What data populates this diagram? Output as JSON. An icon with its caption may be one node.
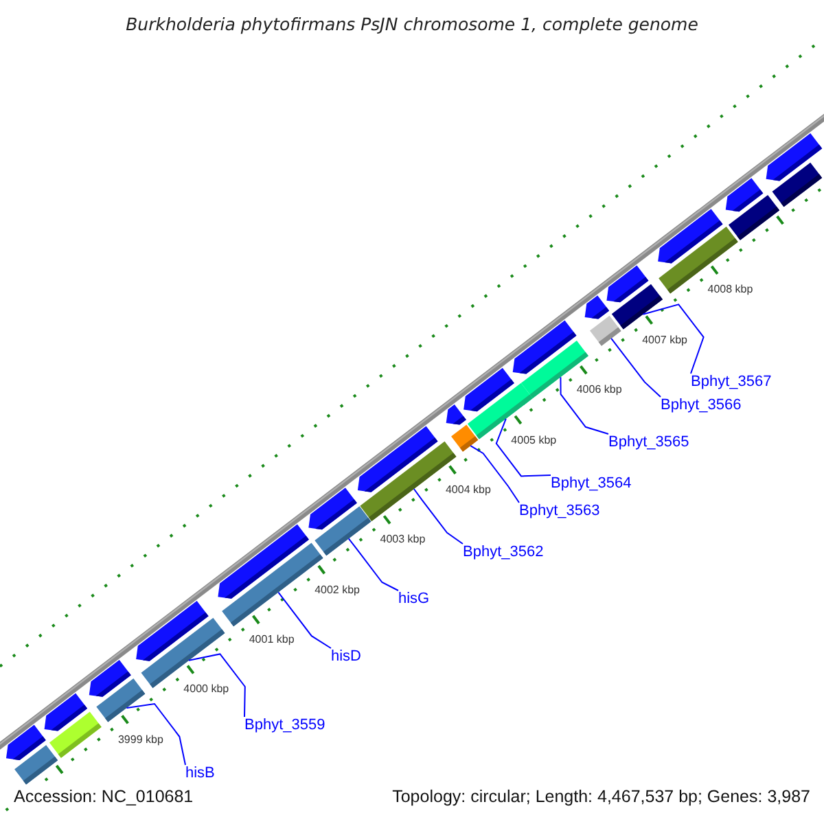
{
  "diagram": {
    "title": "Burkholderia phytofirmans PsJN chromosome 1, complete genome",
    "nodes": [
      {
        "text": [
          "hisB"
        ]
      },
      {
        "text": [],
        "shape": "bar"
      },
      {
        "text": [
          "Bphyt_3559"
        ]
      },
      {
        "text": [],
        "shape": "bar"
      },
      {
        "text": [
          "hisD"
        ]
      },
      {
        "text": [],
        "shape": "bar"
      },
      {
        "text": [
          "hisG"
        ]
      },
      {
        "text": [],
        "shape": "bar"
      },
      {
        "text": [
          "Bphyt_3562"
        ]
      },
      {
        "text": [],
        "shape": "bar"
      },
      {
        "text": [
          "Bphyt_3563"
        ]
      },
      {
        "text": [],
        "shape": "bar"
      },
      {
        "text": [
          "Bphyt_3564"
        ]
      },
      {
        "text": [],
        "shape": "bar"
      },
      {
        "text": [
          "Bphyt_3565"
        ]
      },
      {
        "text": [],
        "shape": "bar"
      },
      {
        "text": [
          "Bphyt_3566"
        ]
      },
      {
        "text": [],
        "shape": "bar"
      },
      {
        "text": [
          "Bphyt_3567"
        ]
      },
      {
        "text": [],
        "shape": "bar"
      },
      {
        "text": [],
        "shape": "bar"
      },
      {
        "text": [],
        "shape": "bar"
      },
      {
        "text": [],
        "shape": "bar"
      },
      {
        "text": [],
        "shape": "bar"
      },
      {
        "text": [],
        "shape": "bar"
      },
      {
        "text": [],
        "shape": "arrow"
      },
      {
        "text": [],
        "shape": "arrow"
      },
      {
        "text": [],
        "shape": "arrow"
      },
      {
        "text": [],
        "shape": "arrow"
      },
      {
        "text": [],
        "shape": "arrow"
      },
      {
        "text": [],
        "shape": "arrow"
      },
      {
        "text": [],
        "shape": "arrow"
      },
      {
        "text": [],
        "shape": "arrow"
      },
      {
        "text": [],
        "shape": "arrow"
      },
      {
        "text": [],
        "shape": "arrow"
      },
      {
        "text": [],
        "shape": "arrow"
      },
      {
        "text": [],
        "shape": "arrow"
      },
      {
        "text": [],
        "shape": "arrow"
      },
      {
        "text": [],
        "shape": "arrow"
      },
      {
        "text": [],
        "shape": "arrow"
      }
    ],
    "edges": [
      {
        "from": 0,
        "to": 1,
        "arrow": "none"
      },
      {
        "from": 2,
        "to": 3,
        "arrow": "none"
      },
      {
        "from": 4,
        "to": 5,
        "arrow": "none"
      },
      {
        "from": 6,
        "to": 7,
        "arrow": "none"
      },
      {
        "from": 8,
        "to": 9,
        "arrow": "none"
      },
      {
        "from": 10,
        "to": 11,
        "arrow": "none"
      },
      {
        "from": 12,
        "to": 13,
        "arrow": "none"
      },
      {
        "from": 14,
        "to": 15,
        "arrow": "none"
      },
      {
        "from": 16,
        "to": 17,
        "arrow": "none"
      },
      {
        "from": 18,
        "to": 19,
        "arrow": "none"
      }
    ],
    "labels": [
      "3999 kbp",
      "4000 kbp",
      "4001 kbp",
      "4002 kbp",
      "4003 kbp",
      "4004 kbp",
      "4005 kbp",
      "4006 kbp",
      "4007 kbp",
      "4008 kbp",
      "Accession: NC_010681",
      "Topology: circular; Length: 4,467,537 bp; Genes: 3,987"
    ]
  }
}
